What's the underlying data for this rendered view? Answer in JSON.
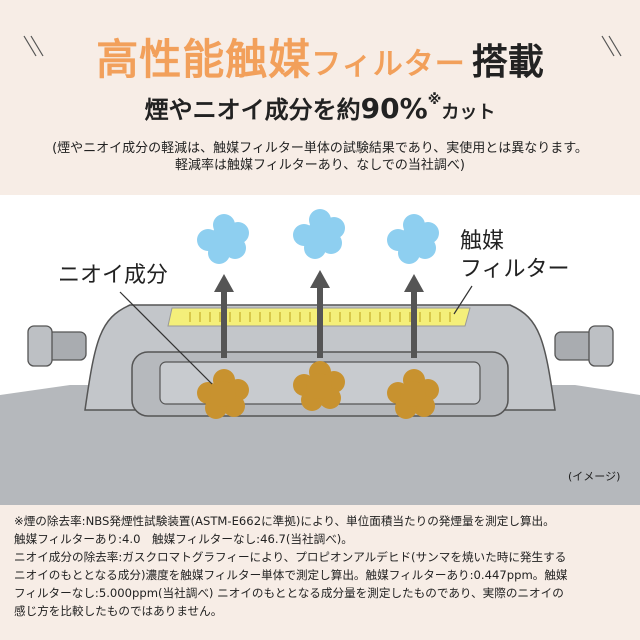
{
  "header": {
    "title_main": "高性能触媒",
    "title_kana": "フィルター",
    "title_suffix": "搭載",
    "subtitle_prefix": "煙やニオイ成分を約",
    "subtitle_number": "90%",
    "subtitle_mark": "※",
    "subtitle_suffix": "カット",
    "disclaimer_1": "(煙やニオイ成分の軽減は、触媒フィルター単体の試験結果であり、実使用とは異なります。",
    "disclaimer_2": "軽減率は触媒フィルターあり、なしでの当社調べ)"
  },
  "illustration": {
    "odor_label": "ニオイ成分",
    "catalyst_label_1": "触媒",
    "catalyst_label_2": "フィルター",
    "image_note": "(イメージ)"
  },
  "notes": [
    "※煙の除去率:NBS発煙性試験装置(ASTM-E662に準拠)により、単位面積当たりの発煙量を測定し算出。",
    "触媒フィルターあり:4.0　触媒フィルターなし:46.7(当社調べ)。",
    "ニオイ成分の除去率:ガスクロマトグラフィーにより、プロピオンアルデヒド(サンマを焼いた時に発生する",
    "ニオイのもととなる成分)濃度を触媒フィルター単体で測定し算出。触媒フィルターあり:0.447ppm。触媒",
    "フィルターなし:5.000ppm(当社調べ) ニオイのもととなる成分量を測定したものであり、実際のニオイの",
    "感じ方を比較したものではありません。"
  ],
  "colors": {
    "accent_orange": "#f2a05b",
    "background_cream": "#f7ede6",
    "filter_yellow": "#f4ef7a",
    "cloud_blue": "#8ecff0",
    "odor_brown": "#c8922f",
    "grill_gray": "#b9bcc0"
  }
}
